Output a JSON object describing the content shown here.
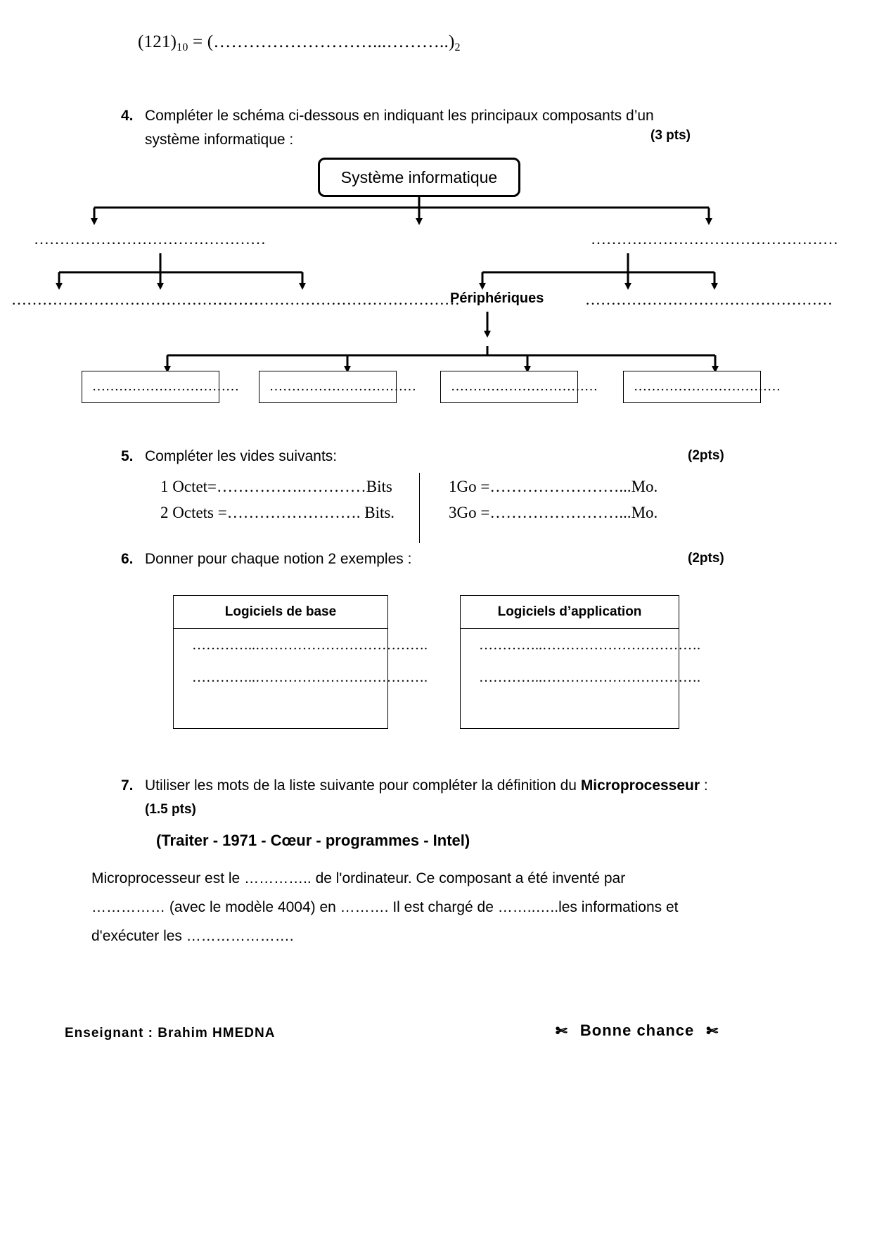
{
  "conversion": {
    "text_prefix": "(121)",
    "sub_from": "10",
    "equals": " =  (",
    "dots": "………………………...………..",
    "text_suffix": ")",
    "sub_to": "2"
  },
  "questions": [
    {
      "number": "4.",
      "text_line1": "Compléter le schéma ci-dessous en indiquant les principaux composants d’un",
      "text_line2": "système informatique :",
      "points": "(3 pts)"
    },
    {
      "number": "5.",
      "text_line1": "Compléter les vides suivants:",
      "points": "(2pts)"
    },
    {
      "number": "6.",
      "text_line1": "Donner pour chaque notion 2  exemples :",
      "points": "(2pts)"
    },
    {
      "number": "7.",
      "text_line1_a": "Utiliser les mots de la liste suivante pour compléter la définition du ",
      "text_line1_bold": "Microprocesseur",
      "text_line1_b": "  :",
      "points": "(1.5 pts)"
    }
  ],
  "diagram": {
    "root_label": "Système informatique",
    "periph_label": "Périphériques",
    "blank_level1_left": "………………………………………",
    "blank_level1_right": "…………………………………………",
    "blank_level2_a": "…………………………………………",
    "blank_level2_b": "…………………………………………",
    "blank_level2_c": "…………………………………………",
    "leaf_boxes": [
      "……………………………",
      "……………………………",
      "……………………………",
      "……………………………"
    ]
  },
  "q5_fills": {
    "left": [
      "1 Octet=…………….…………Bits",
      "2 Octets =……………………. Bits."
    ],
    "right": [
      "1Go =……………………...Mo.",
      "3Go =……………………...Mo."
    ]
  },
  "q6_tables": [
    {
      "header": "Logiciels de base",
      "rows": [
        "…………..……………………………….",
        "…………..………………………………."
      ]
    },
    {
      "header": "Logiciels d’application",
      "rows": [
        "…………..…………………………….",
        "…………..……………………………."
      ]
    }
  ],
  "q7": {
    "word_list": "(Traiter        -        1971     -       Cœur   -      programmes   -     Intel)",
    "paragraph_line1": "Microprocesseur  est le ………….. de l'ordinateur. Ce composant a été inventé par",
    "paragraph_line2": "…………… (avec le modèle 4004) en ………. Il est chargé de ……..…..les informations et",
    "paragraph_line3": "d'exécuter les  …………………."
  },
  "footer": {
    "teacher": "Enseignant : Brahim HMEDNA",
    "wish": "Bonne  chance",
    "scissor_left": "✄",
    "scissor_right": "✄"
  }
}
